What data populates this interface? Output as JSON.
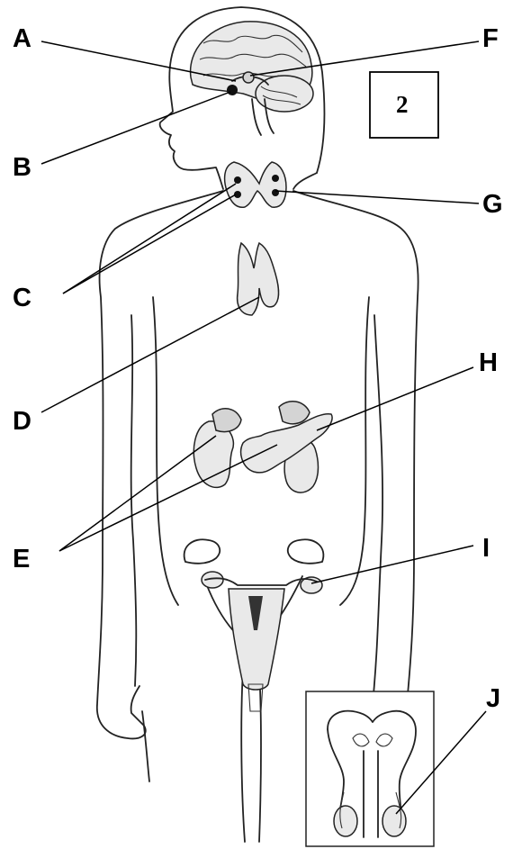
{
  "labels": {
    "a": "A",
    "b": "B",
    "c": "C",
    "d": "D",
    "e": "E",
    "f": "F",
    "g": "G",
    "h": "H",
    "i": "I",
    "j": "J"
  },
  "number_box": "2"
}
